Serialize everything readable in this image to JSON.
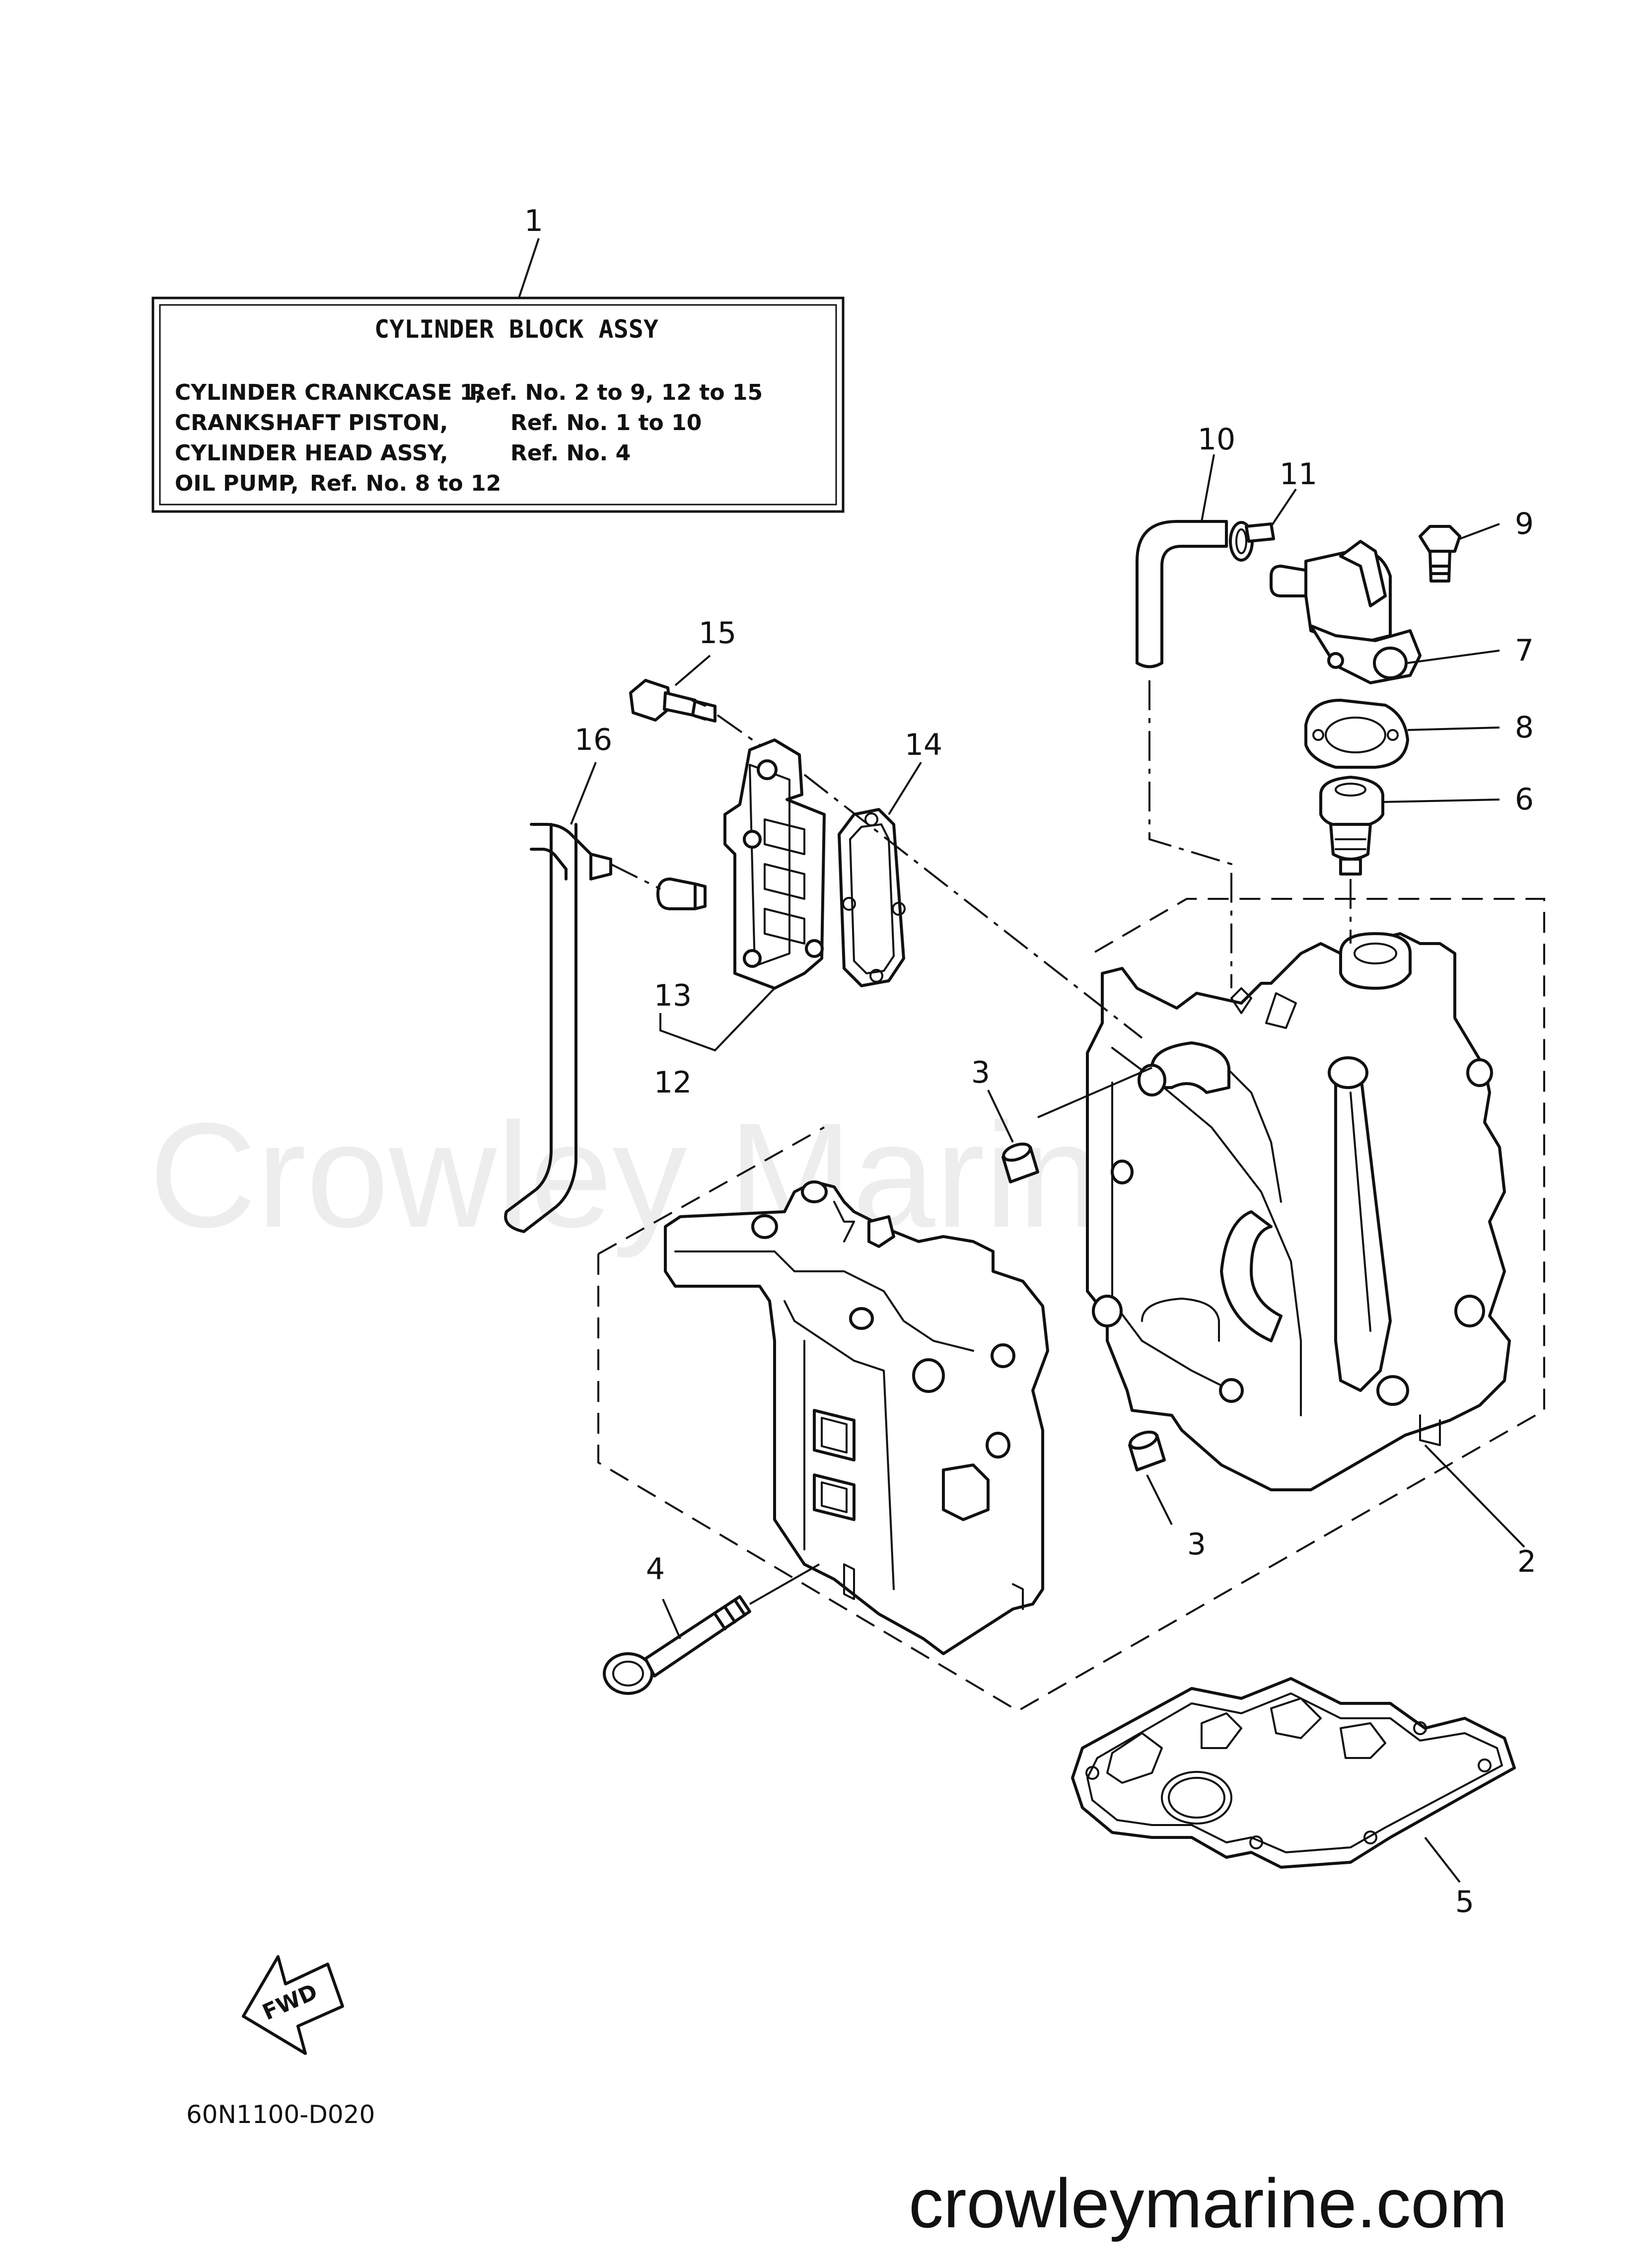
{
  "assembly_box": {
    "title": "CYLINDER BLOCK ASSY",
    "lines": [
      "CYLINDER CRANKCASE 1,",
      "Ref. No. 2 to 9, 12 to 15",
      "CRANKSHAFT PISTON,",
      "Ref. No. 1 to 10",
      "CYLINDER HEAD ASSY,",
      "Ref. No. 4",
      "OIL PUMP,",
      "Ref. No. 8 to 12"
    ]
  },
  "callouts": [
    "1",
    "2",
    "3",
    "3",
    "4",
    "5",
    "6",
    "7",
    "8",
    "9",
    "10",
    "11",
    "12",
    "13",
    "14",
    "15",
    "16"
  ],
  "fwd_label": "FWD",
  "diagram_code": "60N1100-D020",
  "watermark": "Crowley Marine",
  "site": "crowleymarine.com"
}
